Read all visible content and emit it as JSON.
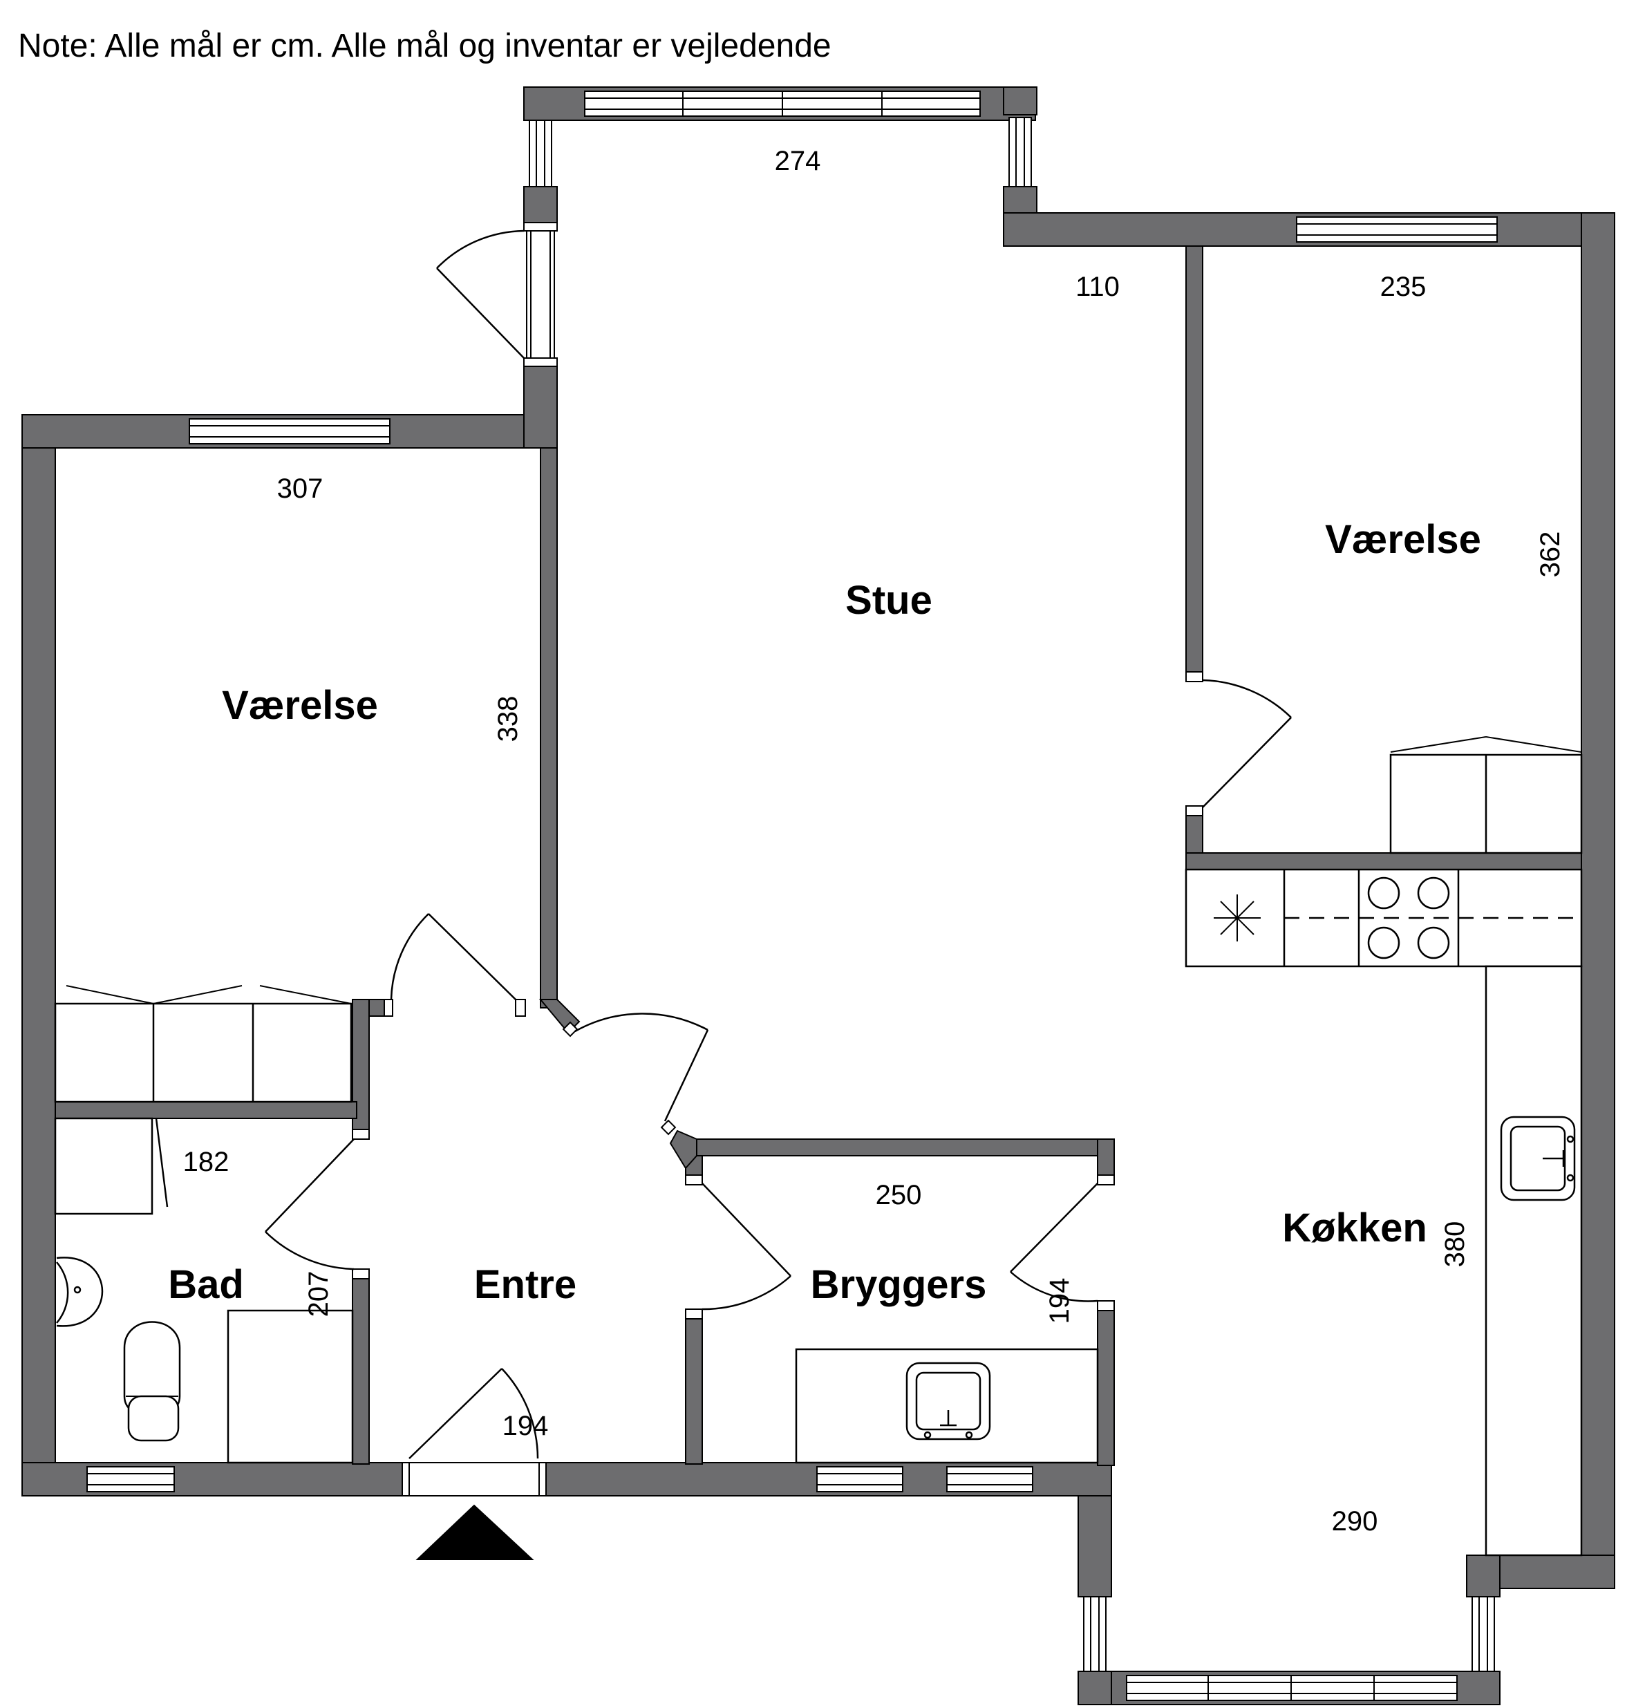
{
  "note": "Note: Alle mål er cm. Alle mål og inventar er vejledende",
  "rooms": {
    "stue": "Stue",
    "vaerelse_left": "Værelse",
    "vaerelse_right": "Værelse",
    "bad": "Bad",
    "entre": "Entre",
    "bryggers": "Bryggers",
    "koekken": "Køkken"
  },
  "dimensions": {
    "stue_width": "274",
    "stue_step": "110",
    "vaerelse_right_width": "235",
    "vaerelse_right_depth": "362",
    "vaerelse_left_width": "307",
    "vaerelse_left_depth": "338",
    "bad_width": "182",
    "bad_depth": "207",
    "entre_width": "194",
    "bryggers_width": "250",
    "bryggers_depth": "194",
    "koekken_depth": "380",
    "koekken_width": "290"
  },
  "colors": {
    "wall": "#6d6d6f",
    "line": "#000000",
    "background": "#ffffff"
  },
  "icons": [
    "entrance-arrow-icon",
    "sink-icon",
    "toilet-icon",
    "stove-icon",
    "washbasin-icon"
  ]
}
